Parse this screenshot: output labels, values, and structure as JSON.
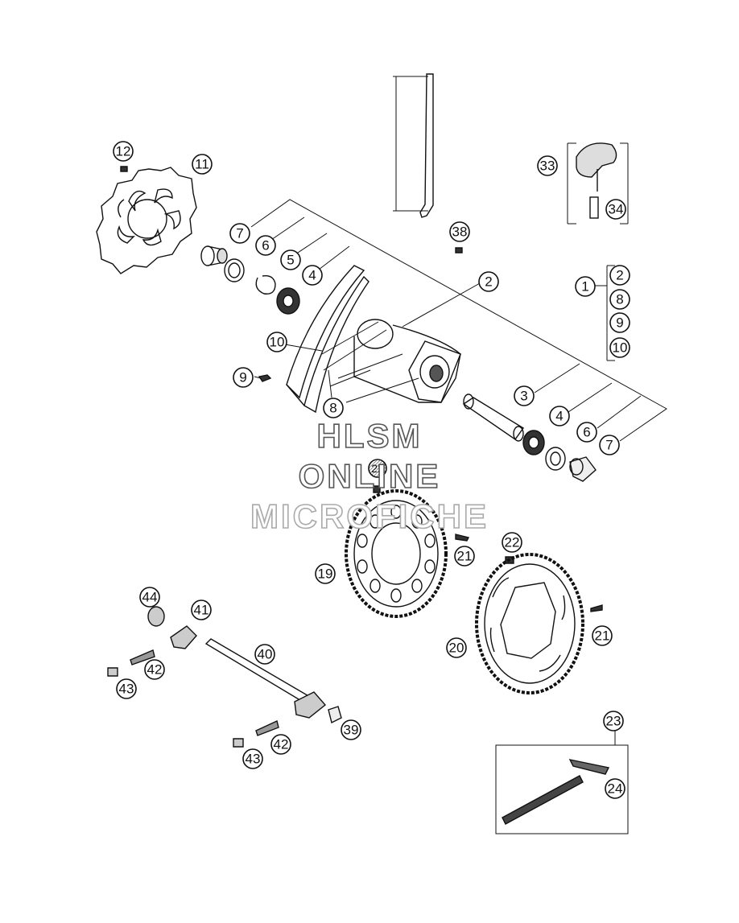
{
  "watermark": {
    "line1": "HLSM",
    "line2": "ONLINE",
    "line3": "MICROFICHE"
  },
  "callouts": {
    "c1": "1",
    "c2": "2",
    "c2b": "2",
    "c3": "3",
    "c4": "4",
    "c4b": "4",
    "c5": "5",
    "c6": "6",
    "c6b": "6",
    "c7": "7",
    "c7b": "7",
    "c8": "8",
    "c8b": "8",
    "c9": "9",
    "c9b": "9",
    "c10": "10",
    "c10b": "10",
    "c11": "11",
    "c12": "12",
    "c19": "19",
    "c20": "20",
    "c21": "21",
    "c21b": "21",
    "c22": "22",
    "c22b": "22",
    "c23": "23",
    "c24": "24",
    "c33": "33",
    "c34": "34",
    "c38": "38",
    "c39": "39",
    "c40": "40",
    "c41": "41",
    "c42": "42",
    "c42b": "42",
    "c43": "43",
    "c43b": "43",
    "c44": "44"
  }
}
